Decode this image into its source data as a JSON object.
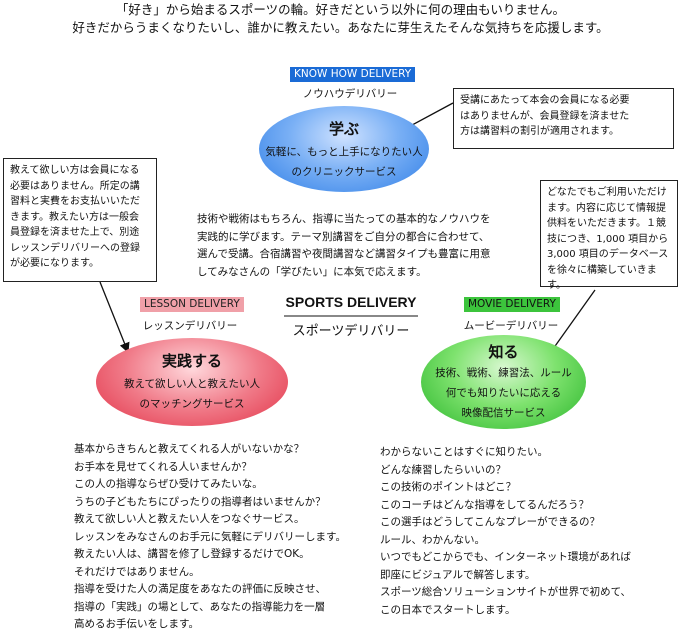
{
  "intro": {
    "line1": "「好き」から始まるスポーツの輪。好きだという以外に何の理由もいりません。",
    "line2": "好きだからうまくなりたいし、誰かに教えたい。あなたに芽生えたそんな気持ちを応援します。"
  },
  "center": {
    "title": "SPORTS DELIVERY",
    "subtitle": "スポーツデリバリー"
  },
  "know_how": {
    "tag": "KNOW HOW DELIVERY",
    "subtitle": "ノウハウデリバリー",
    "ellipse_title": "学ぶ",
    "ellipse_desc": [
      "気軽に、もっと上手になりたい人",
      "のクリニックサービス"
    ],
    "note": [
      "受講にあたって本会の会員になる必要",
      "はありませんが、会員登録を済ませた",
      "方は講習料の割引が適用されます。"
    ],
    "body": [
      "技術や戦術はもちろん、指導に当たっての基本的なノウハウを",
      "実践的に学びます。テーマ別講習をご自分の都合に合わせて、",
      "選んで受講。合宿講習や夜間講習など講習タイプも豊富に用意",
      "してみなさんの「学びたい」に本気で応えます。"
    ],
    "tag_color": "#1a6bd6"
  },
  "lesson": {
    "tag": "LESSON DELIVERY",
    "subtitle": "レッスンデリバリー",
    "ellipse_title": "実践する",
    "ellipse_desc": [
      "教えて欲しい人と教えたい人",
      "のマッチングサービス"
    ],
    "note": [
      "教えて欲しい方は会員になる",
      "必要はありません。所定の講",
      "習料と実費をお支払いいただ",
      "きます。教えたい方は一般会",
      "員登録を済ませた上で、別途",
      "レッスンデリバリーへの登録",
      "が必要になります。"
    ],
    "body": [
      "基本からきちんと教えてくれる人がいないかな？",
      "お手本を見せてくれる人いませんか？",
      "この人の指導ならぜひ受けてみたいな。",
      "うちの子どもたちにぴったりの指導者はいませんか？",
      "教えて欲しい人と教えたい人をつなぐサービス。",
      "レッスンをみなさんのお手元に気軽にデリバリーします。",
      "教えたい人は、講習を修了し登録するだけでOK。",
      "それだけではありません。",
      "指導を受けた人の満足度をあなたの評価に反映させ、",
      "指導の「実践」の場として、あなたの指導能力を一層",
      "高めるお手伝いをします。"
    ],
    "tag_color": "#f0a0a8"
  },
  "movie": {
    "tag": "MOVIE DELIVERY",
    "subtitle": "ムービーデリバリー",
    "ellipse_title": "知る",
    "ellipse_desc": [
      "技術、戦術、練習法、ルール",
      "何でも知りたいに応える",
      "映像配信サービス"
    ],
    "note": [
      "どなたでもご利用いただけ",
      "ます。内容に応じて情報提",
      "供料をいただきます。１競",
      "技につき、1,000 項目から",
      "3,000 項目のデータベース",
      "を徐々に構築していきます。"
    ],
    "body": [
      "わからないことはすぐに知りたい。",
      "どんな練習したらいいの？",
      "この技術のポイントはどこ？",
      "このコーチはどんな指導をしてるんだろう？",
      "この選手はどうしてこんなプレーができるの？",
      "ルール、わかんない。",
      "いつでもどこからでも、インターネット環境があれば",
      "即座にビジュアルで解答します。",
      "スポーツ総合ソリューションサイトが世界で初めて、",
      "この日本でスタートします。"
    ],
    "tag_color": "#3cc43c"
  }
}
